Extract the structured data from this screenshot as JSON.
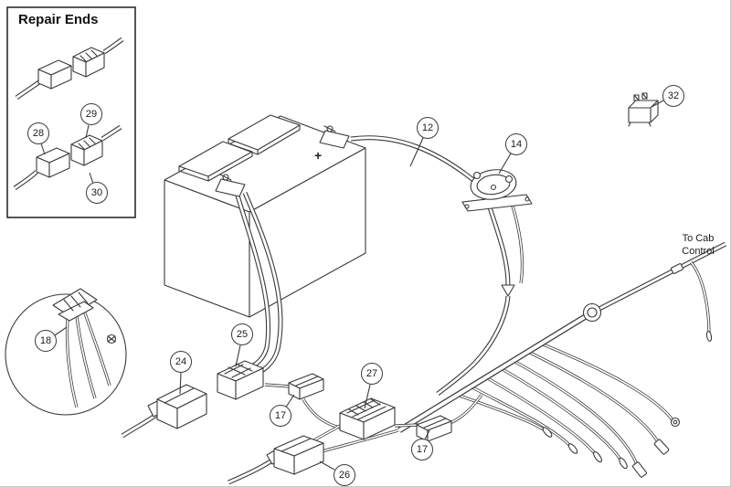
{
  "diagram": {
    "inset_title": "Repair Ends",
    "cab_control_label": "To Cab\nControl",
    "battery_plus": "+",
    "line_color": "#3a3a3a",
    "callouts": {
      "c12": "12",
      "c14": "14",
      "c17a": "17",
      "c17b": "17",
      "c18": "18",
      "c24": "24",
      "c25": "25",
      "c26": "26",
      "c27": "27",
      "c28": "28",
      "c29": "29",
      "c30": "30",
      "c32": "32"
    }
  }
}
